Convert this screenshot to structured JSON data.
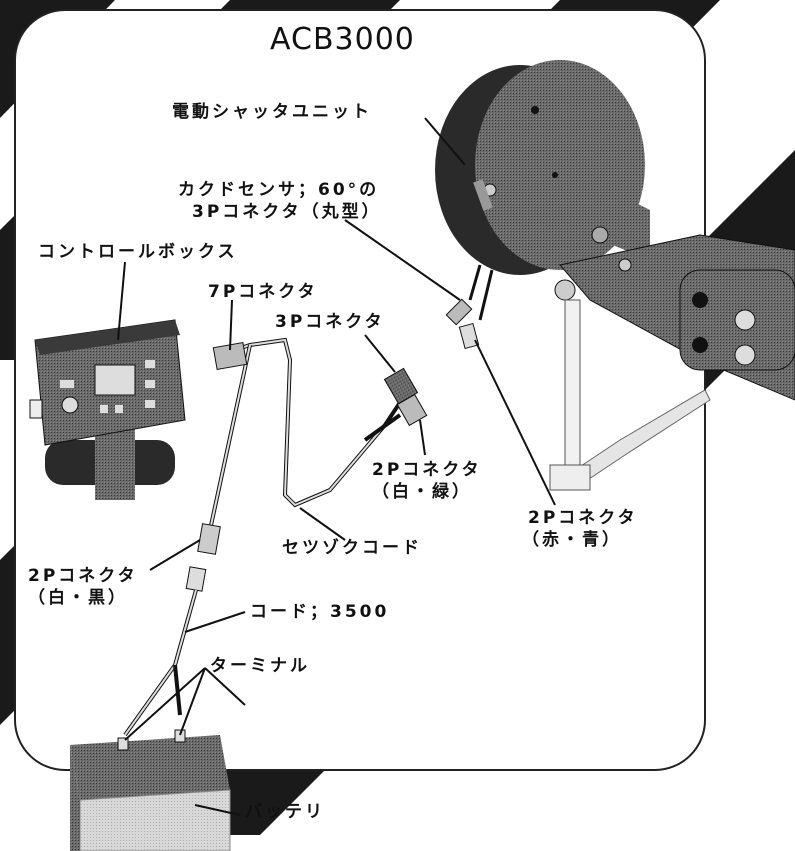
{
  "title": "ACB3000",
  "labels": {
    "shutter_unit": "電動シャッタユニット",
    "angle_sensor_line1": "カクドセンサ；60°の",
    "angle_sensor_line2": "3Pコネクタ（丸型）",
    "control_box": "コントロールボックス",
    "conn_7p": "7Pコネクタ",
    "conn_3p": "3Pコネクタ",
    "conn_2p_wg_line1": "2Pコネクタ",
    "conn_2p_wg_line2": "（白・緑）",
    "conn_2p_rb_line1": "2Pコネクタ",
    "conn_2p_rb_line2": "（赤・青）",
    "connection_cord": "セツゾクコード",
    "conn_2p_wb_line1": "2Pコネクタ",
    "conn_2p_wb_line2": "（白・黒）",
    "cord_3500": "コード；3500",
    "terminal": "ターミナル",
    "battery": "バッテリ"
  },
  "colors": {
    "stripe": "#1a1a1a",
    "frame": "#222222",
    "metal": "#4a4a4a",
    "metal_dark": "#2b2b2b",
    "battery_top": "#b5b5b5",
    "battery_side": "#cfcfcf"
  }
}
